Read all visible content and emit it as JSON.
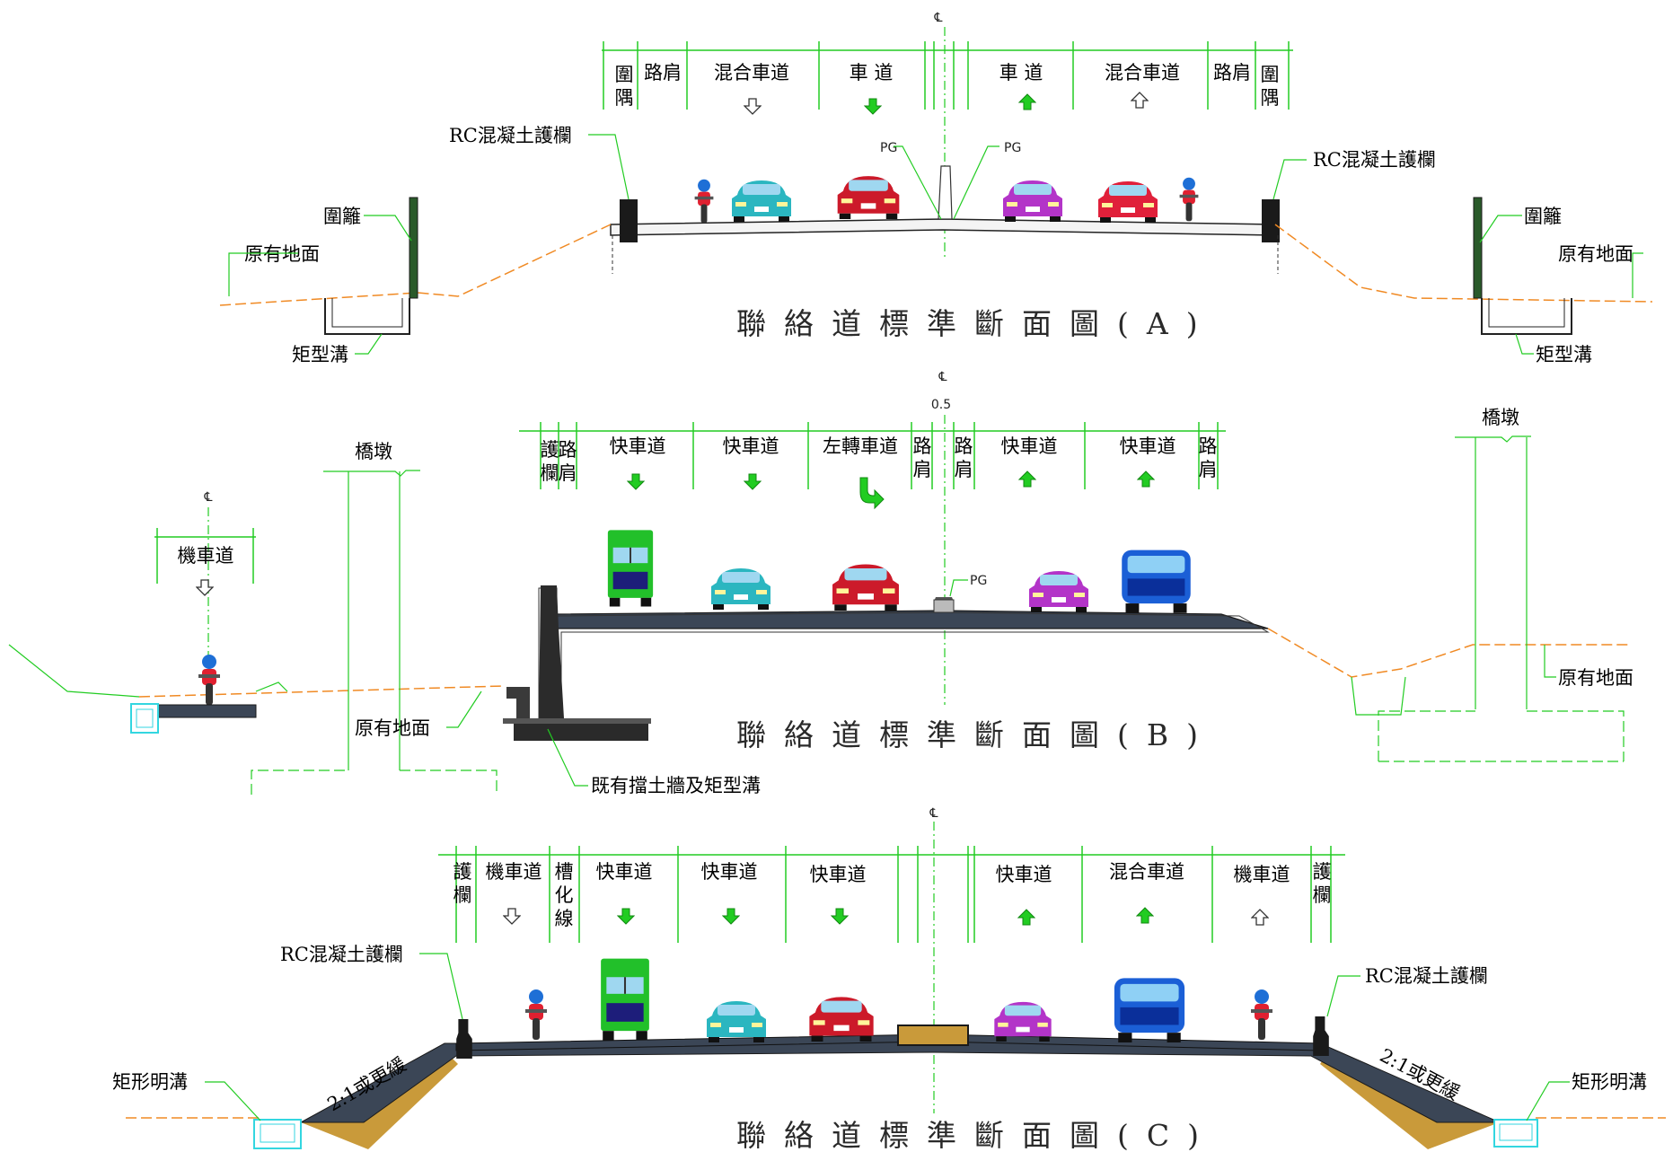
{
  "colors": {
    "dimension_line": "#22cc22",
    "ground_line": "#f08a24",
    "guardrail": "#1a1a1a",
    "road_surface": "#3b4656",
    "arrow_fill": "#22cc22",
    "fill_slope": "#c99a3a",
    "ditch": "#33d6e0"
  },
  "icons": {
    "centerline": "centerline-symbol-icon",
    "down_arrow_outline": "hollow-down-arrow-icon",
    "up_arrow_outline": "hollow-up-arrow-icon",
    "down_arrow_solid": "green-down-arrow-icon",
    "up_arrow_solid": "green-up-arrow-icon",
    "left_turn": "green-left-turn-arrow-icon"
  },
  "section_a": {
    "title": "聯絡道標準斷面圖(A)",
    "cl": "℄",
    "lanes": [
      {
        "label": "圍隅",
        "vertical": true
      },
      {
        "label": "路肩"
      },
      {
        "label": "混合車道"
      },
      {
        "label": "車 道"
      },
      {
        "label": "車 道"
      },
      {
        "label": "混合車道"
      },
      {
        "label": "路肩"
      },
      {
        "label": "圍隅",
        "vertical": true
      }
    ],
    "callouts": {
      "rc_left": "RC混凝土護欄",
      "rc_right": "RC混凝土護欄",
      "pg_left": "PG",
      "pg_right": "PG",
      "fence_left": "圍籬",
      "fence_right": "圍籬",
      "ground_left": "原有地面",
      "ground_right": "原有地面",
      "ditch_left": "矩型溝",
      "ditch_right": "矩型溝"
    }
  },
  "section_b": {
    "title": "聯絡道標準斷面圖(B)",
    "cl": "℄",
    "cl_offset": "0.5",
    "lanes": [
      {
        "label": "護欄",
        "vertical": true
      },
      {
        "label": "路肩",
        "vertical": true
      },
      {
        "label": "快車道"
      },
      {
        "label": "快車道"
      },
      {
        "label": "左轉車道"
      },
      {
        "label": "路肩",
        "vertical": true
      },
      {
        "label": "路肩",
        "vertical": true
      },
      {
        "label": "快車道"
      },
      {
        "label": "快車道"
      },
      {
        "label": "路肩",
        "vertical": true
      }
    ],
    "callouts": {
      "pier_left": "橋墩",
      "pier_right": "橋墩",
      "moto_cl": "℄",
      "moto_lane": "機車道",
      "ground_left": "原有地面",
      "ground_right": "原有地面",
      "pg": "PG",
      "retaining": "既有擋土牆及矩型溝"
    }
  },
  "section_c": {
    "title": "聯絡道標準斷面圖(C)",
    "cl": "℄",
    "lanes": [
      {
        "label": "護欄",
        "vertical": true
      },
      {
        "label": "機車道"
      },
      {
        "label": "槽化線",
        "vertical": true
      },
      {
        "label": "快車道"
      },
      {
        "label": "快車道"
      },
      {
        "label": "快車道"
      },
      {
        "label": "快車道"
      },
      {
        "label": "混合車道"
      },
      {
        "label": "機車道"
      },
      {
        "label": "護欄",
        "vertical": true
      }
    ],
    "callouts": {
      "rc_left": "RC混凝土護欄",
      "rc_right": "RC混凝土護欄",
      "slope_left": "2:1或更緩",
      "slope_right": "2:1或更緩",
      "ditch_left": "矩形明溝",
      "ditch_right": "矩形明溝"
    }
  }
}
